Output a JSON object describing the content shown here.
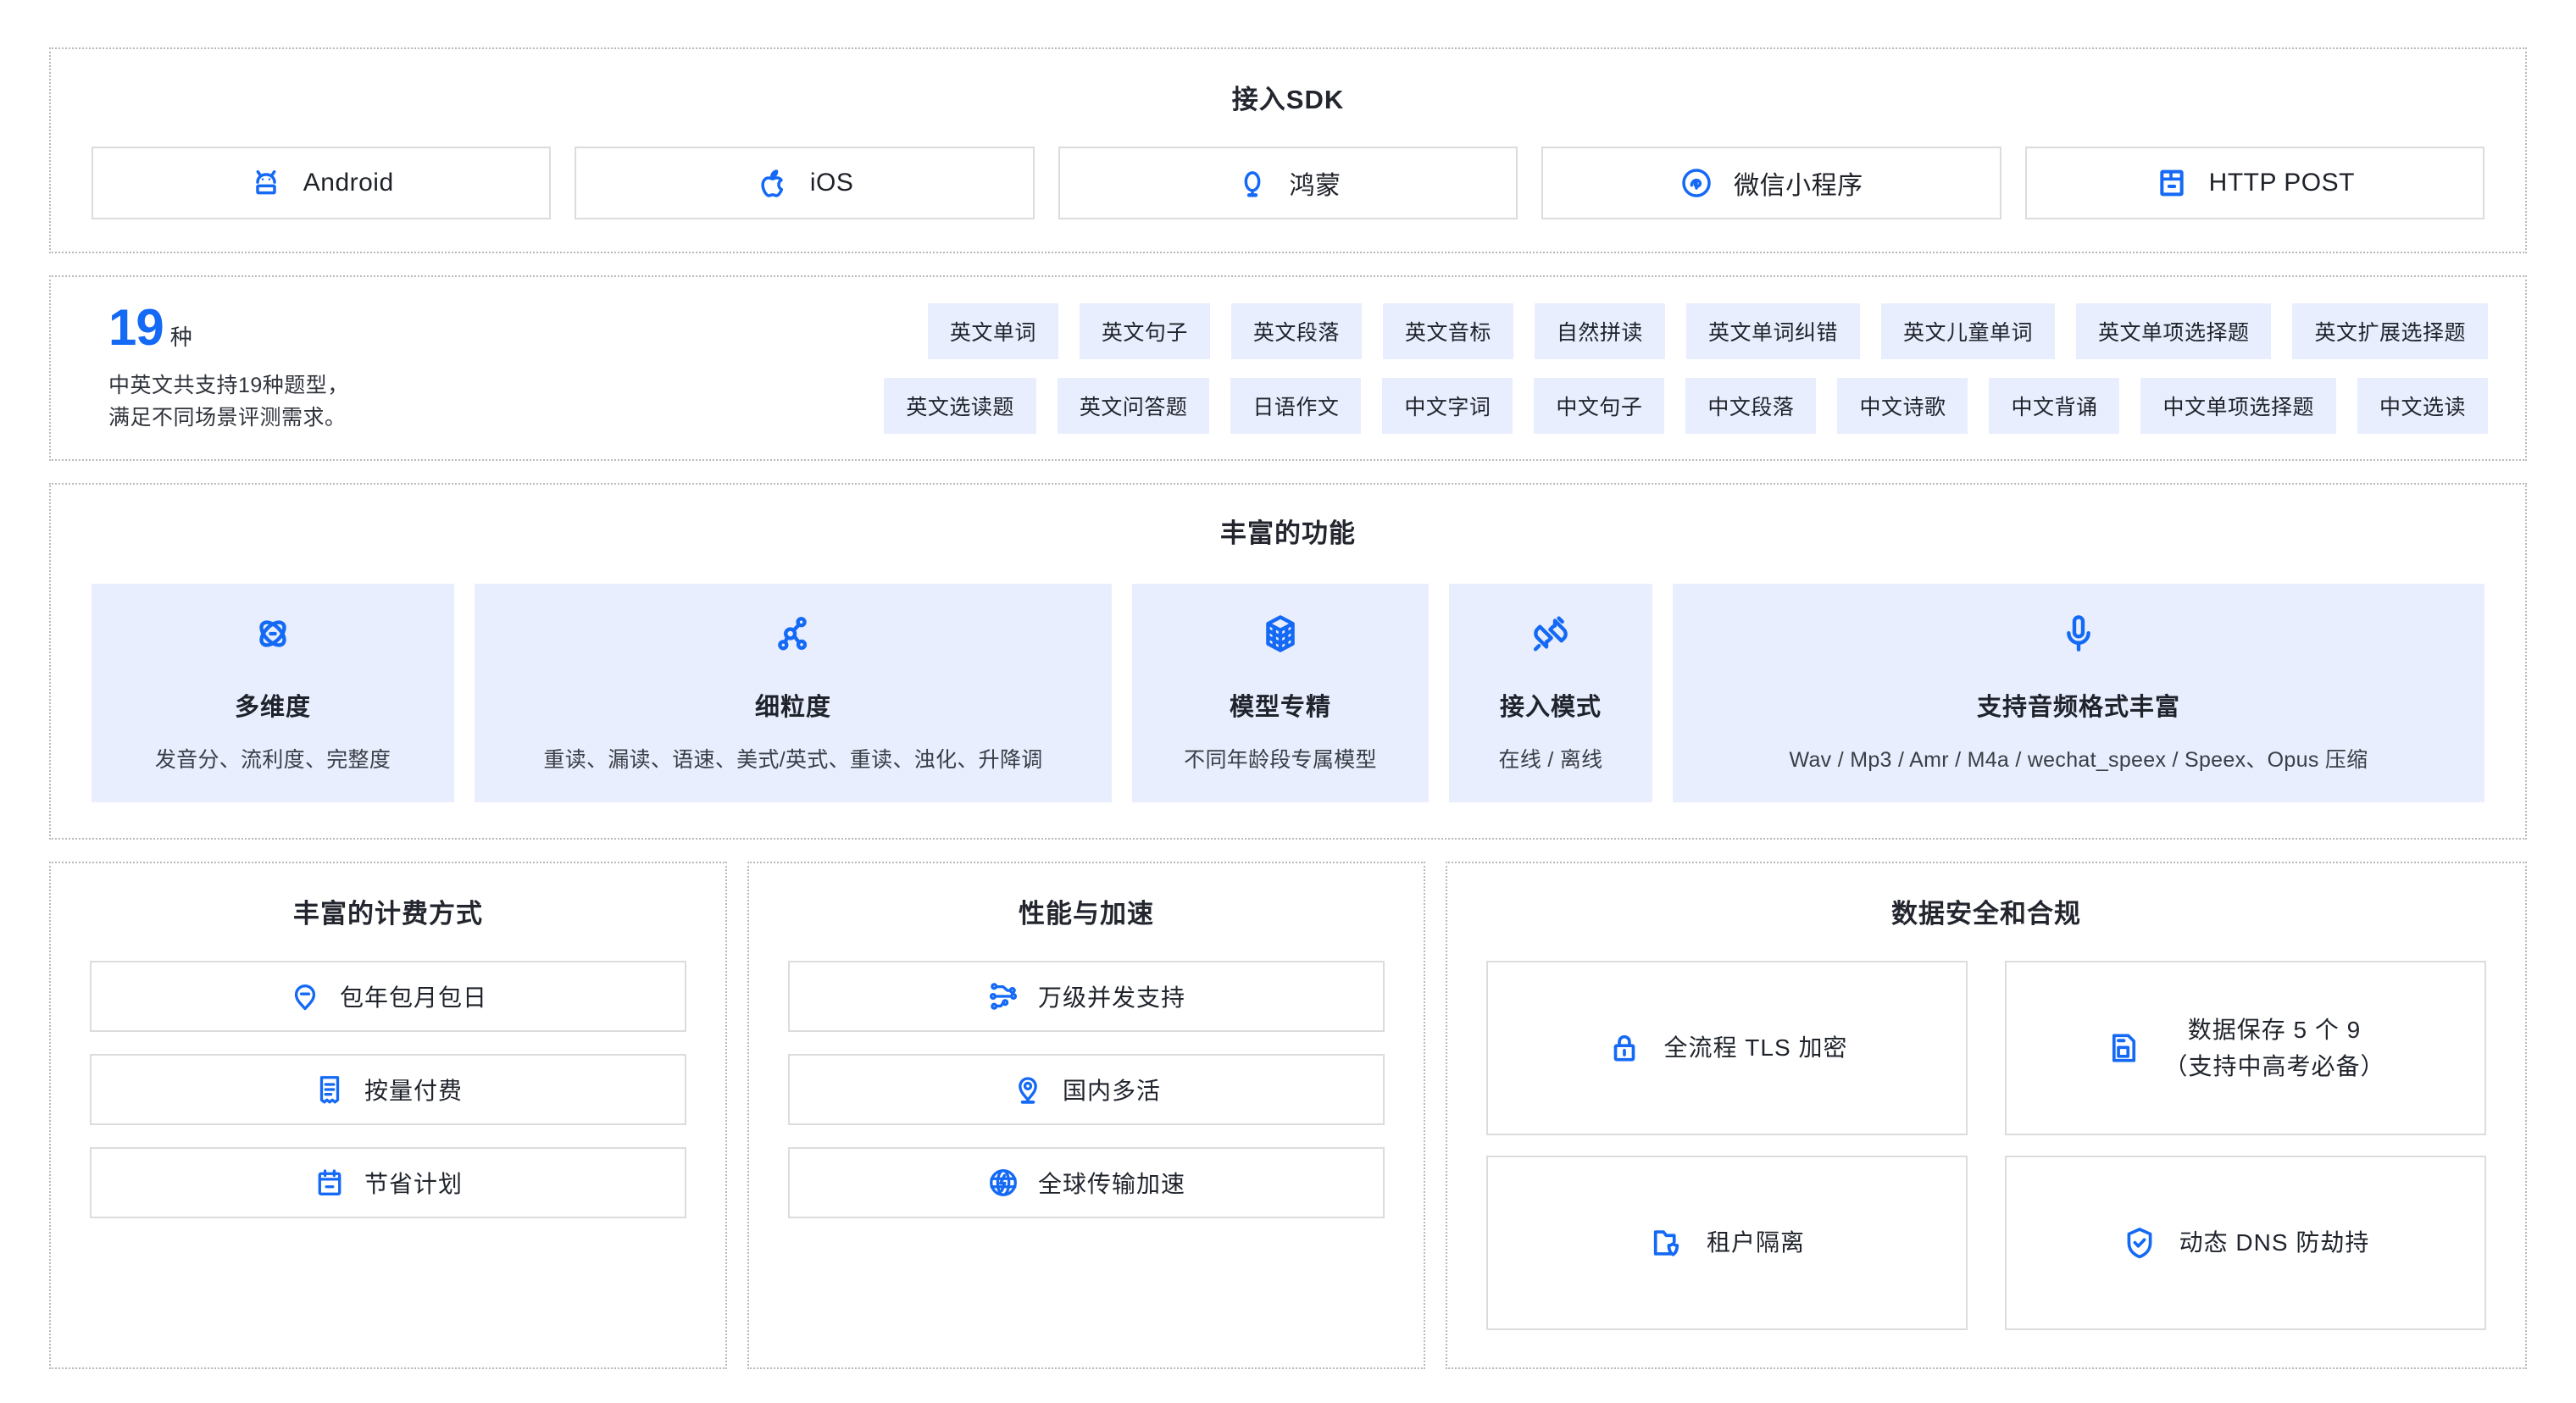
{
  "sdk": {
    "title": "接入SDK",
    "tiles": [
      {
        "label": "Android",
        "icon": "android-icon"
      },
      {
        "label": "iOS",
        "icon": "apple-icon"
      },
      {
        "label": "鸿蒙",
        "icon": "harmonyos-icon"
      },
      {
        "label": "微信小程序",
        "icon": "wechat-miniprogram-icon"
      },
      {
        "label": "HTTP POST",
        "icon": "http-post-icon"
      }
    ]
  },
  "types": {
    "count": "19",
    "unit": "种",
    "desc": "中英文共支持19种题型，\n满足不同场景评测需求。",
    "rows": [
      [
        "英文单词",
        "英文句子",
        "英文段落",
        "英文音标",
        "自然拼读",
        "英文单词纠错",
        "英文儿童单词",
        "英文单项选择题",
        "英文扩展选择题"
      ],
      [
        "英文选读题",
        "英文问答题",
        "日语作文",
        "中文字词",
        "中文句子",
        "中文段落",
        "中文诗歌",
        "中文背诵",
        "中文单项选择题",
        "中文选读"
      ]
    ]
  },
  "features": {
    "title": "丰富的功能",
    "cards": [
      {
        "icon": "atom-icon",
        "title": "多维度",
        "sub": "发音分、流利度、完整度"
      },
      {
        "icon": "nodes-icon",
        "title": "细粒度",
        "sub": "重读、漏读、语速、美式/英式、重读、浊化、升降调"
      },
      {
        "icon": "cube-grid-icon",
        "title": "模型专精",
        "sub": "不同年龄段专属模型"
      },
      {
        "icon": "plug-icon",
        "title": "接入模式",
        "sub": "在线 / 离线"
      },
      {
        "icon": "microphone-icon",
        "title": "支持音频格式丰富",
        "sub": "Wav / Mp3 / Amr / M4a / wechat_speex /  Speex、Opus 压缩"
      }
    ]
  },
  "billing": {
    "title": "丰富的计费方式",
    "items": [
      {
        "icon": "tag-minus-icon",
        "label": "包年包月包日"
      },
      {
        "icon": "receipt-icon",
        "label": "按量付费"
      },
      {
        "icon": "calendar-icon",
        "label": "节省计划"
      }
    ]
  },
  "performance": {
    "title": "性能与加速",
    "items": [
      {
        "icon": "circuit-icon",
        "label": "万级并发支持"
      },
      {
        "icon": "map-pin-icon",
        "label": "国内多活"
      },
      {
        "icon": "globe-bolt-icon",
        "label": "全球传输加速"
      }
    ]
  },
  "security": {
    "title": "数据安全和合规",
    "items": [
      {
        "icon": "lock-icon",
        "label": "全流程 TLS 加密"
      },
      {
        "icon": "save-disk-icon",
        "label": "数据保存 5 个 9\n（支持中高考必备）"
      },
      {
        "icon": "folder-shield-icon",
        "label": "租户隔离"
      },
      {
        "icon": "shield-check-icon",
        "label": "动态 DNS 防劫持"
      }
    ]
  },
  "colors": {
    "accent": "#1469f5",
    "card_bg": "#e8eefd",
    "text": "#1f232b",
    "border": "#dcdcdc",
    "dotted_border": "#b9b9b9"
  }
}
